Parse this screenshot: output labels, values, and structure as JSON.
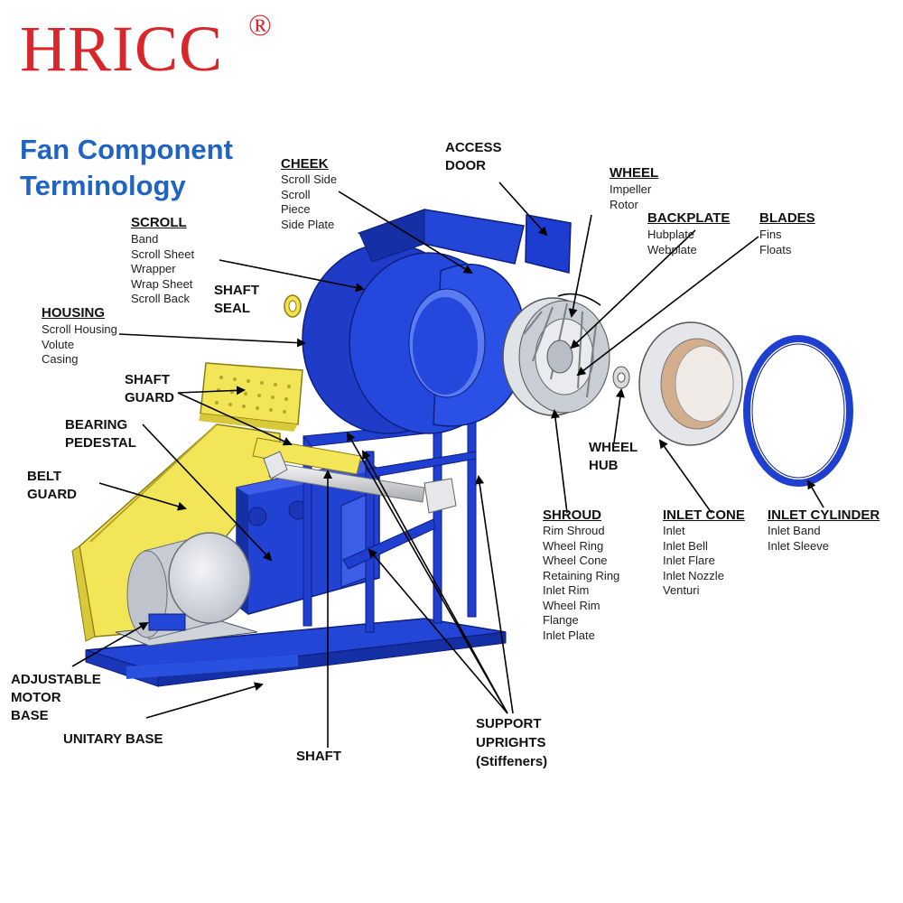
{
  "logo": {
    "text": "HRICC",
    "registered_mark": "®"
  },
  "title": {
    "line1": "Fan Component",
    "line2": "Terminology"
  },
  "colors": {
    "logo_red": "#d9262b",
    "title_blue": "#1f63c4",
    "fan_blue": "#1f3fd0",
    "guard_yellow": "#f0e34a",
    "motor_gray": "#d3d6dd"
  },
  "labels": {
    "cheek": {
      "title": "CHEEK",
      "items": [
        "Scroll Side",
        "Scroll",
        "Piece",
        "Side Plate"
      ]
    },
    "access_door": {
      "line1": "ACCESS",
      "line2": "DOOR"
    },
    "wheel": {
      "title": "WHEEL",
      "items": [
        "Impeller",
        "Rotor"
      ]
    },
    "backplate": {
      "title": "BACKPLATE",
      "items": [
        "Hubplate",
        "Webplate"
      ]
    },
    "blades": {
      "title": "BLADES",
      "items": [
        "Fins",
        "Floats"
      ]
    },
    "scroll": {
      "title": "SCROLL",
      "items": [
        "Band",
        "Scroll Sheet",
        "Wrapper",
        "Wrap Sheet",
        "Scroll Back"
      ]
    },
    "shaft_seal": {
      "line1": "SHAFT",
      "line2": "SEAL"
    },
    "housing": {
      "title": "HOUSING",
      "items": [
        "Scroll Housing",
        "Volute",
        "Casing"
      ]
    },
    "shaft_guard": {
      "line1": "SHAFT",
      "line2": "GUARD"
    },
    "bearing_pedestal": {
      "line1": "BEARING",
      "line2": "PEDESTAL"
    },
    "belt_guard": {
      "line1": "BELT",
      "line2": "GUARD"
    },
    "wheel_hub": {
      "line1": "WHEEL",
      "line2": "HUB"
    },
    "shroud": {
      "title": "SHROUD",
      "items": [
        "Rim Shroud",
        "Wheel Ring",
        "Wheel Cone",
        "Retaining Ring",
        "Inlet Rim",
        "Wheel Rim",
        "Flange",
        "Inlet Plate"
      ]
    },
    "inlet_cone": {
      "title": "INLET CONE",
      "items": [
        "Inlet",
        "Inlet Bell",
        "Inlet Flare",
        "Inlet Nozzle",
        "Venturi"
      ]
    },
    "inlet_cylinder": {
      "title": "INLET CYLINDER",
      "items": [
        "Inlet Band",
        "Inlet Sleeve"
      ]
    },
    "adjustable_motor_base": {
      "line1": "ADJUSTABLE",
      "line2": "MOTOR",
      "line3": "BASE"
    },
    "unitary_base": {
      "text": "UNITARY BASE"
    },
    "shaft": {
      "text": "SHAFT"
    },
    "support_uprights": {
      "line1": "SUPPORT",
      "line2": "UPRIGHTS",
      "line3": "(Stiffeners)"
    }
  }
}
